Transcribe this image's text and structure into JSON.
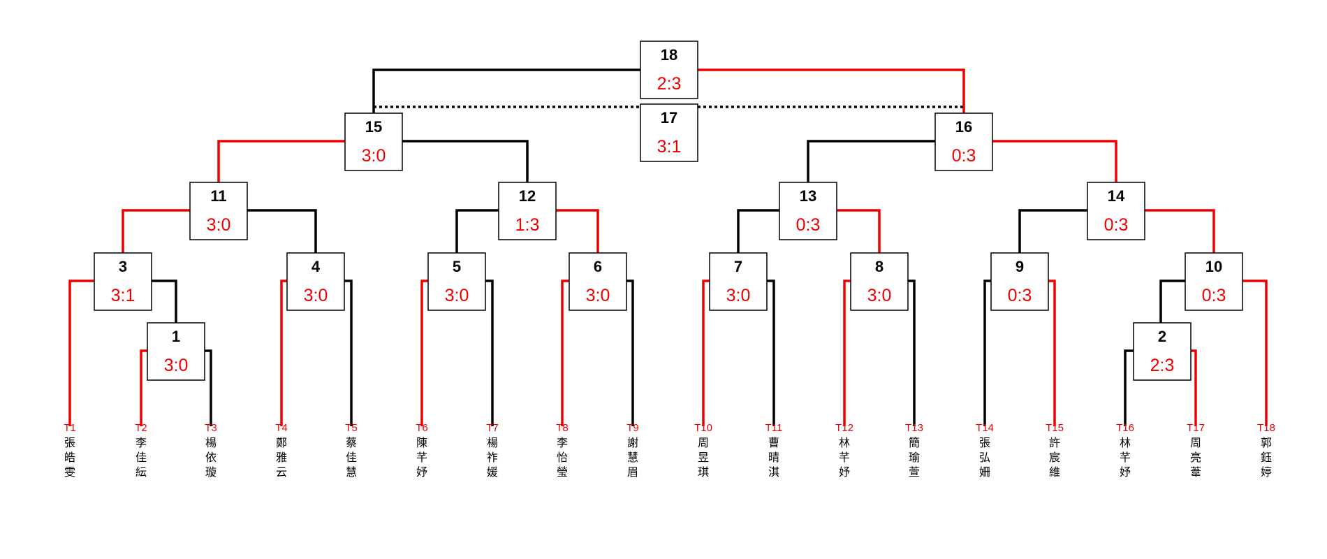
{
  "colors": {
    "winner": "#ee0000",
    "normal": "#000000"
  },
  "teams": [
    {
      "code": "T1",
      "name": "張皓雯"
    },
    {
      "code": "T2",
      "name": "李佳紜"
    },
    {
      "code": "T3",
      "name": "楊依璇"
    },
    {
      "code": "T4",
      "name": "鄭雅云"
    },
    {
      "code": "T5",
      "name": "蔡佳慧"
    },
    {
      "code": "T6",
      "name": "陳芊妤"
    },
    {
      "code": "T7",
      "name": "楊祚媛"
    },
    {
      "code": "T8",
      "name": "李怡瑩"
    },
    {
      "code": "T9",
      "name": "謝慧眉"
    },
    {
      "code": "T10",
      "name": "周昱琪"
    },
    {
      "code": "T11",
      "name": "曹晴淇"
    },
    {
      "code": "T12",
      "name": "林芊妤"
    },
    {
      "code": "T13",
      "name": "簡瑜萱"
    },
    {
      "code": "T14",
      "name": "張弘姍"
    },
    {
      "code": "T15",
      "name": "許宸維"
    },
    {
      "code": "T16",
      "name": "林芊妤"
    },
    {
      "code": "T17",
      "name": "周亮葦"
    },
    {
      "code": "T18",
      "name": "郭鈺婷"
    }
  ],
  "matches": [
    {
      "id": "18",
      "score": "2:3"
    },
    {
      "id": "17",
      "score": "3:1"
    },
    {
      "id": "15",
      "score": "3:0"
    },
    {
      "id": "16",
      "score": "0:3"
    },
    {
      "id": "11",
      "score": "3:0"
    },
    {
      "id": "12",
      "score": "1:3"
    },
    {
      "id": "13",
      "score": "0:3"
    },
    {
      "id": "14",
      "score": "0:3"
    },
    {
      "id": "3",
      "score": "3:1"
    },
    {
      "id": "4",
      "score": "3:0"
    },
    {
      "id": "5",
      "score": "3:0"
    },
    {
      "id": "6",
      "score": "3:0"
    },
    {
      "id": "7",
      "score": "3:0"
    },
    {
      "id": "8",
      "score": "3:0"
    },
    {
      "id": "9",
      "score": "0:3"
    },
    {
      "id": "10",
      "score": "0:3"
    },
    {
      "id": "1",
      "score": "3:0"
    },
    {
      "id": "2",
      "score": "2:3"
    }
  ]
}
